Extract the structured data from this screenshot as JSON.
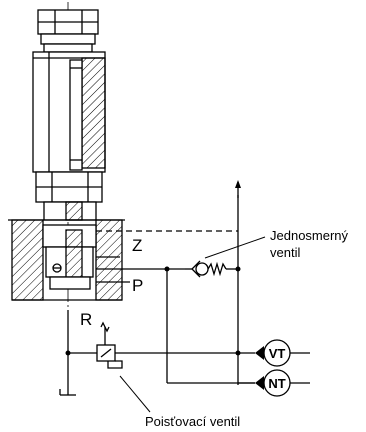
{
  "ports": {
    "z": "Z",
    "p": "P",
    "r": "R"
  },
  "annotations": {
    "check_valve_line1": "Jednosmerný",
    "check_valve_line2": "ventil",
    "relief_valve": "Poisťovací ventil"
  },
  "indicators": {
    "high": "VT",
    "low": "NT"
  },
  "colors": {
    "ink": "#000000",
    "hatch": "#000000",
    "background": "#ffffff"
  }
}
